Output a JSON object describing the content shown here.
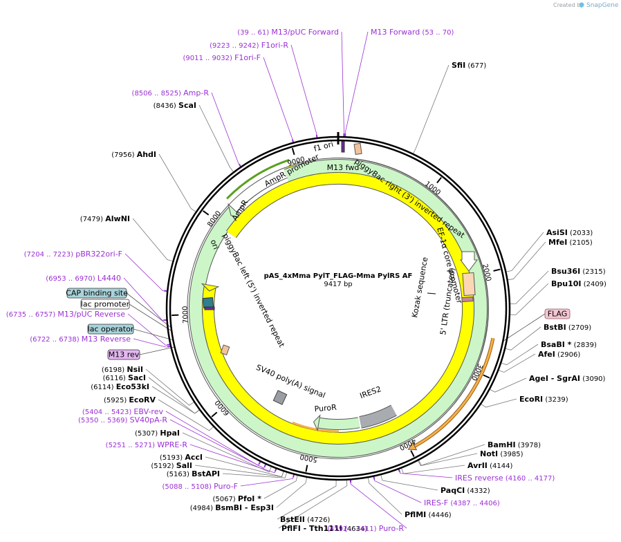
{
  "app": {
    "credit": "Created by",
    "brand": "SnapGene"
  },
  "plasmid": {
    "name": "pAS_4xMma PylT_FLAG-Mma PylRS AF",
    "size_text": "9417 bp",
    "length": 9417
  },
  "ticks": [
    {
      "label": "1000",
      "bp": 1000
    },
    {
      "label": "2000",
      "bp": 2000
    },
    {
      "label": "3000",
      "bp": 3000
    },
    {
      "label": "4000",
      "bp": 4000
    },
    {
      "label": "5000",
      "bp": 5000
    },
    {
      "label": "6000",
      "bp": 6000
    },
    {
      "label": "7000",
      "bp": 7000
    },
    {
      "label": "8000",
      "bp": 8000
    },
    {
      "label": "9000",
      "bp": 9000
    }
  ],
  "enzymes": [
    {
      "name": "SfiI",
      "pos": "(677)",
      "bp": 677
    },
    {
      "name": "AsiSI",
      "pos": "(2033)",
      "bp": 2033
    },
    {
      "name": "MfeI",
      "pos": "(2105)",
      "bp": 2105
    },
    {
      "name": "Bsu36I",
      "pos": "(2315)",
      "bp": 2315
    },
    {
      "name": "Bpu10I",
      "pos": "(2409)",
      "bp": 2409
    },
    {
      "name": "BstBI",
      "pos": "(2709)",
      "bp": 2709
    },
    {
      "name": "BsaBI *",
      "pos": "(2839)",
      "bp": 2839
    },
    {
      "name": "AfeI",
      "pos": "(2906)",
      "bp": 2906
    },
    {
      "name": "AgeI  - SgrAI",
      "pos": "(3090)",
      "bp": 3090
    },
    {
      "name": "EcoRI",
      "pos": "(3239)",
      "bp": 3239
    },
    {
      "name": "BamHI",
      "pos": "(3978)",
      "bp": 3978
    },
    {
      "name": "NotI",
      "pos": "(3985)",
      "bp": 3985
    },
    {
      "name": "AvrII",
      "pos": "(4144)",
      "bp": 4144
    },
    {
      "name": "PaqCI",
      "pos": "(4332)",
      "bp": 4332
    },
    {
      "name": "PflMI",
      "pos": "(4446)",
      "bp": 4446
    },
    {
      "name": "BstEII",
      "pos": "(4726)",
      "bp": 4726
    },
    {
      "name": "PflFI  - Tth111I",
      "pos": "(4634)",
      "bp": 4634
    },
    {
      "name": "BsmBI  - Esp3I",
      "pos": "(4984)",
      "bp": 4984
    },
    {
      "name": "PfoI *",
      "pos": "(5067)",
      "bp": 5067
    },
    {
      "name": "BstAPI",
      "pos": "(5163)",
      "bp": 5163
    },
    {
      "name": "SalI",
      "pos": "(5192)",
      "bp": 5192
    },
    {
      "name": "AccI",
      "pos": "(5193)",
      "bp": 5193
    },
    {
      "name": "HpaI",
      "pos": "(5307)",
      "bp": 5307
    },
    {
      "name": "EcoRV",
      "pos": "(5925)",
      "bp": 5925
    },
    {
      "name": "Eco53kI",
      "pos": "(6114)",
      "bp": 6114
    },
    {
      "name": "SacI",
      "pos": "(6116)",
      "bp": 6116
    },
    {
      "name": "NsiI",
      "pos": "(6198)",
      "bp": 6198
    },
    {
      "name": "AlwNI",
      "pos": "(7479)",
      "bp": 7479
    },
    {
      "name": "AhdI",
      "pos": "(7956)",
      "bp": 7956
    },
    {
      "name": "ScaI",
      "pos": "(8436)",
      "bp": 8436
    }
  ],
  "primers": [
    {
      "name": "M13/pUC Forward",
      "pos": "(39 .. 61)",
      "bp": 50
    },
    {
      "name": "M13 Forward",
      "pos": "(53 .. 70)",
      "bp": 61
    },
    {
      "name": "F1ori-R",
      "pos": "(9223 .. 9242)",
      "bp": 9232
    },
    {
      "name": "F1ori-F",
      "pos": "(9011 .. 9032)",
      "bp": 9021
    },
    {
      "name": "Amp-R",
      "pos": "(8506 .. 8525)",
      "bp": 8515
    },
    {
      "name": "pBR322ori-F",
      "pos": "(7204 .. 7223)",
      "bp": 7213
    },
    {
      "name": "L4440",
      "pos": "(6953 .. 6970)",
      "bp": 6961
    },
    {
      "name": "M13/pUC Reverse",
      "pos": "(6735 .. 6757)",
      "bp": 6746
    },
    {
      "name": "M13 Reverse",
      "pos": "(6722 .. 6738)",
      "bp": 6730
    },
    {
      "name": "EBV-rev",
      "pos": "(5404 .. 5423)",
      "bp": 5413
    },
    {
      "name": "SV40pA-R",
      "pos": "(5350 .. 5369)",
      "bp": 5360
    },
    {
      "name": "WPRE-R",
      "pos": "(5251 .. 5271)",
      "bp": 5261
    },
    {
      "name": "Puro-F",
      "pos": "(5088 .. 5108)",
      "bp": 5098
    },
    {
      "name": "IRES reverse",
      "pos": "(4160 .. 4177)",
      "bp": 4169
    },
    {
      "name": "IRES-F",
      "pos": "(4387 .. 4406)",
      "bp": 4396
    },
    {
      "name": "Puro-R",
      "pos": "(4592 .. 4611)",
      "bp": 4601
    }
  ],
  "boxed_labels": [
    {
      "name": "CAP binding site",
      "fill": "#a9d3da",
      "stroke": "#333333",
      "bp": 6890
    },
    {
      "name": "lac promoter",
      "fill": "#ffffff",
      "stroke": "#333333",
      "bp": 6860
    },
    {
      "name": "lac operator",
      "fill": "#a9d3da",
      "stroke": "#333333",
      "bp": 6778
    },
    {
      "name": "M13 rev",
      "fill": "#e3b7f0",
      "stroke": "#333333",
      "bp": 6715
    },
    {
      "name": "FLAG",
      "fill": "#f2c6d2",
      "stroke": "#8a5563",
      "bp": 2650
    }
  ],
  "features": [
    {
      "name": "f1 ori",
      "color": "#ffff00"
    },
    {
      "name": "AmpR promoter",
      "color": "#ffffff"
    },
    {
      "name": "AmpR",
      "color": "#ccf6c8"
    },
    {
      "name": "ori",
      "color": "#ffff00"
    },
    {
      "name": "M13 fwd",
      "color": "#6a2c91"
    },
    {
      "name": "piggyBac right (3') inverted repeat",
      "color": "#f4c29a"
    },
    {
      "name": "EF-1α core promoter",
      "color": "#ffffff"
    },
    {
      "name": "Kozak sequence",
      "color": "#ffffff"
    },
    {
      "name": "5' LTR (truncated)",
      "color": "#fbd7b4"
    },
    {
      "name": "IRES2",
      "color": "#a8acb0"
    },
    {
      "name": "PuroR",
      "color": "#ccf6c8"
    },
    {
      "name": "SV40 poly(A) signal",
      "color": "#9a9ea3"
    },
    {
      "name": "piggyBac left (5') inverted repeat",
      "color": "#f4c29a"
    },
    {
      "name": "orf-highlight",
      "color": "#f5b04a"
    }
  ],
  "colors": {
    "backbone": "#000000",
    "primer": "#9b2fd4",
    "enzyme_line": "#6e6e6e"
  }
}
